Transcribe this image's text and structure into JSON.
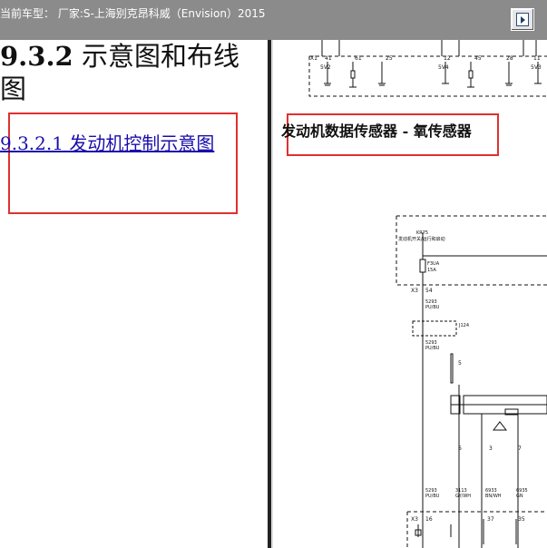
{
  "window": {
    "title": "当前车型： 厂家:S-上海别克昂科威（Envision）2015"
  },
  "left_pane": {
    "section_number": "9.3.2",
    "section_title": "示意图和布线图",
    "subsection_link": "9.3.2.1 发动机控制示意图"
  },
  "right_pane": {
    "diagram_title": "发动机数据传感器 - 氧传感器",
    "top_connector": {
      "connector": "X1",
      "pins": [
        "41",
        "61",
        "25",
        "12",
        "45",
        "28",
        "11"
      ],
      "rails": [
        "5V2",
        "5V4",
        "5V3"
      ]
    },
    "schematic": {
      "switch_label": "发动机开关/运行和启动",
      "ignition_id": "KR75",
      "fuse_id": "F3UA",
      "fuse_rating": "15A",
      "connector_x3": "X3",
      "pin_54": "54",
      "wire_5293": "5293",
      "wire_pubu": "PU/BU",
      "splice_j124": "J124",
      "pin_5": "5",
      "pins_lower": [
        "6",
        "3",
        "7"
      ],
      "wires_bottom": [
        {
          "circuit": "5293",
          "color": "PU/BU"
        },
        {
          "circuit": "3113",
          "color": "GY/WH"
        },
        {
          "circuit": "6933",
          "color": "BN/WH"
        },
        {
          "circuit": "6935",
          "color": "GN"
        }
      ],
      "x3_pins_bottom": [
        "16",
        "37",
        "35"
      ]
    }
  }
}
